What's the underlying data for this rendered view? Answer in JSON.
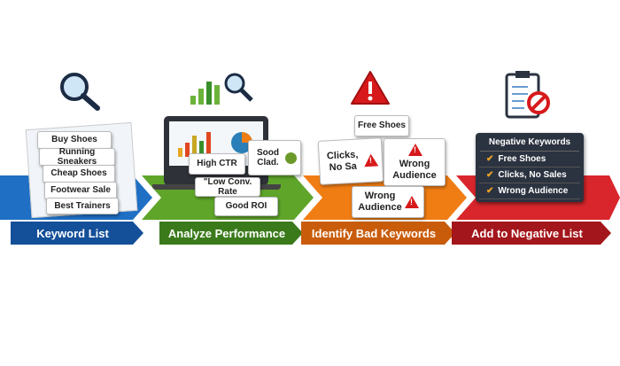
{
  "steps": [
    {
      "label": "Keyword List",
      "color": "#1f6fc4",
      "dark": "#144f99"
    },
    {
      "label": "Analyze Performance",
      "color": "#5fa52a",
      "dark": "#3b7a1b"
    },
    {
      "label": "Identify Bad Keywords",
      "color": "#f07d14",
      "dark": "#c95c0b"
    },
    {
      "label": "Add to Negative List",
      "color": "#d9262c",
      "dark": "#a3161b"
    }
  ],
  "keywords": [
    "Buy Shoes",
    "Running Sneakers",
    "Cheap Shoes",
    "Footwear Sale",
    "Best Trainers"
  ],
  "metrics": [
    "High CTR",
    "Sood Clad.",
    "\"Low Conv. Rate",
    "Good ROI"
  ],
  "bad": [
    "Free Shoes",
    "Clicks, No Sa",
    "Wrong Audience",
    "Wrong Audience"
  ],
  "negative": {
    "title": "Negative Keywords",
    "items": [
      "Free Shoes",
      "Clicks, No Sales",
      "Wrong Audience"
    ]
  }
}
